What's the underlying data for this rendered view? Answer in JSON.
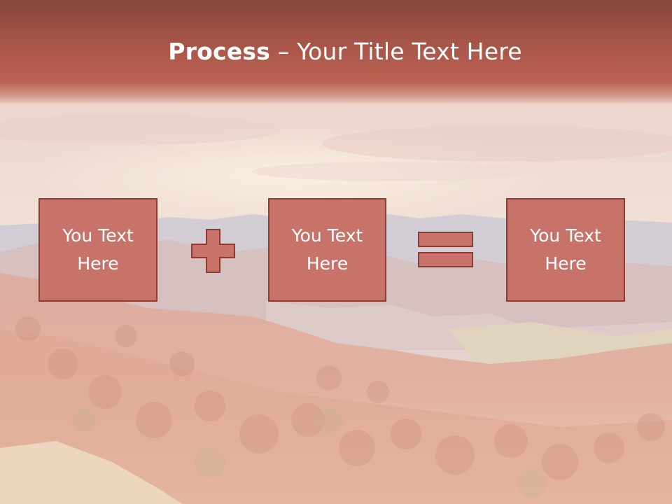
{
  "slide": {
    "title_bold": "Process",
    "title_rest": " – Your Title Text Here",
    "steps": [
      {
        "line1": "You Text",
        "line2": "Here"
      },
      {
        "line1": "You Text",
        "line2": "Here"
      },
      {
        "line1": "You Text",
        "line2": "Here"
      }
    ],
    "operators": [
      "plus-icon",
      "equals-icon"
    ]
  },
  "colors": {
    "title_band": "#a9564a",
    "box_fill": "#c8736a",
    "box_border": "#8e3b34",
    "text": "#ffffff"
  }
}
